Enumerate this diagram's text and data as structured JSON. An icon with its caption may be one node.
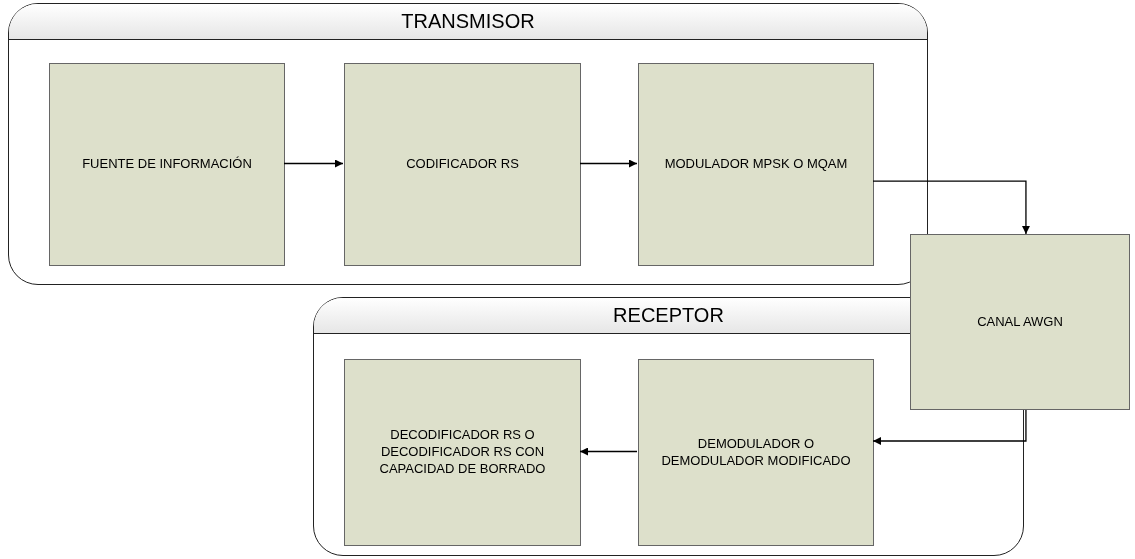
{
  "diagram": {
    "nodes": [
      {
        "text": [
          "TRANSMISOR"
        ]
      },
      {
        "text": [
          "FUENTE DE INFORMACIÓN"
        ],
        "in": 0
      },
      {
        "text": [
          "CODIFICADOR RS"
        ],
        "in": 0
      },
      {
        "text": [
          "MODULADOR MPSK O MQAM"
        ],
        "in": 0
      },
      {
        "text": [
          "CANAL AWGN"
        ]
      },
      {
        "text": [
          "RECEPTOR"
        ]
      },
      {
        "text": [
          "DECODIFICADOR RS O DECODIFICADOR RS CON CAPACIDAD DE BORRADO"
        ],
        "in": 5
      },
      {
        "text": [
          "DEMODULADOR O DEMODULADOR MODIFICADO"
        ],
        "in": 5
      }
    ],
    "edges": [
      {
        "from": 1,
        "to": 2,
        "arrow": "to"
      },
      {
        "from": 2,
        "to": 3,
        "arrow": "to"
      },
      {
        "from": 3,
        "to": 4,
        "arrow": "to"
      },
      {
        "from": 4,
        "to": 7,
        "arrow": "to"
      },
      {
        "from": 7,
        "to": 6,
        "arrow": "to"
      }
    ]
  }
}
